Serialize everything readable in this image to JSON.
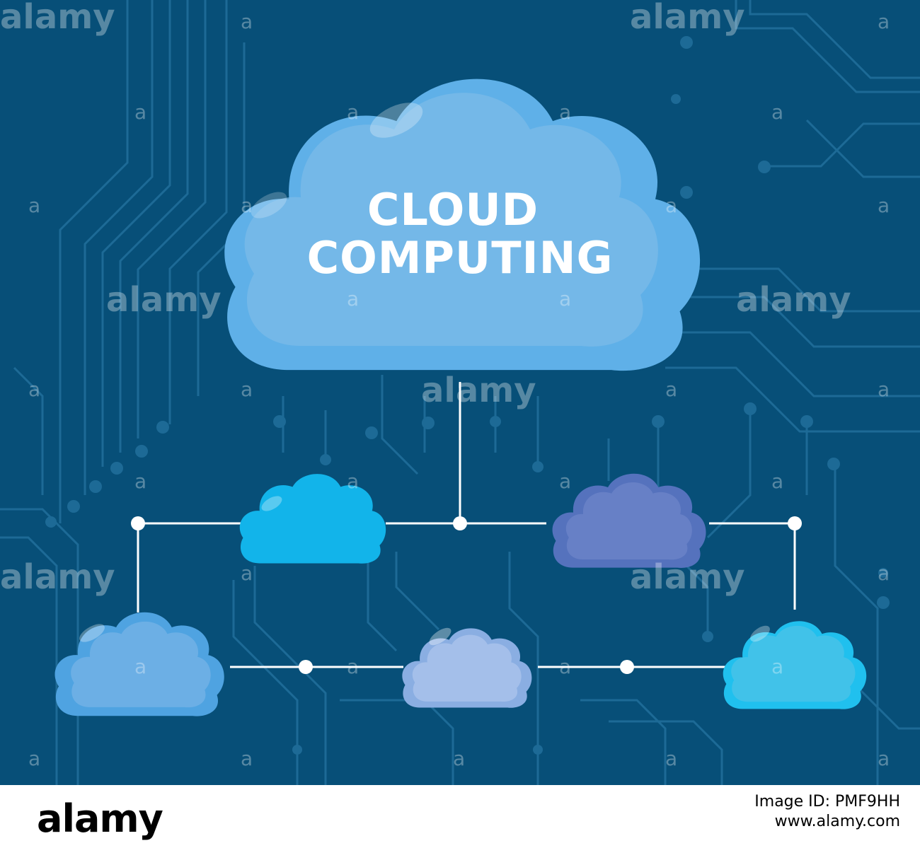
{
  "title": {
    "line1": "CLOUD",
    "line2": "COMPUTING"
  },
  "watermark": {
    "text": "alamy",
    "short": "a"
  },
  "footer": {
    "logo": "alamy",
    "image_id": "Image ID: PMF9HH",
    "site": "www.alamy.com"
  },
  "colors": {
    "background": "#074f78",
    "circuit": "#1d6a96",
    "connector": "#ffffff",
    "main_cloud": "#6cb4e8",
    "cloud_cyan": "#1ab6ea",
    "cloud_purple": "#6a80c6",
    "cloud_blue": "#6ab0e4",
    "cloud_lavender": "#9ab8e6",
    "cloud_sky": "#38bde8"
  },
  "nodes": [
    {
      "id": "main",
      "label": "CLOUD COMPUTING"
    },
    {
      "id": "cyan"
    },
    {
      "id": "purple"
    },
    {
      "id": "blue"
    },
    {
      "id": "lavender"
    },
    {
      "id": "sky"
    }
  ]
}
